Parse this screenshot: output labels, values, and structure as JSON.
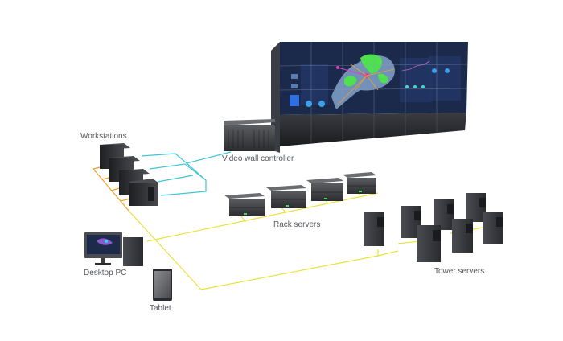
{
  "diagram": {
    "colors": {
      "background": "#ffffff",
      "cyan_link": "#3fc6d4",
      "orange_link": "#f0a030",
      "yellow_link": "#e8e23a",
      "device_dark": "#2e2f33",
      "wall_bg": "#1b2a4a",
      "map_green": "#4ee04e",
      "map_blue": "#7d9bc4",
      "map_route": "#f0a030",
      "hub_magenta": "#e040c0"
    },
    "nodes": {
      "video_wall": {
        "panels": 18
      },
      "controller": {
        "label": "Video wall controller"
      },
      "workstations": {
        "label": "Workstations",
        "count": 4
      },
      "rack_servers": {
        "label": "Rack servers",
        "count": 4
      },
      "tower_servers": {
        "label": "Tower servers",
        "count": 7
      },
      "desktop_pc": {
        "label": "Desktop PC"
      },
      "tablet": {
        "label": "Tablet"
      }
    },
    "links": [
      {
        "from": "workstations",
        "to": "controller",
        "color": "cyan"
      },
      {
        "from": "workstations",
        "to": "desktop_pc",
        "color": "orange"
      },
      {
        "from": "desktop_pc",
        "to": "rack_servers",
        "color": "yellow"
      },
      {
        "from": "tablet",
        "to": "tower_servers",
        "color": "yellow"
      }
    ]
  }
}
